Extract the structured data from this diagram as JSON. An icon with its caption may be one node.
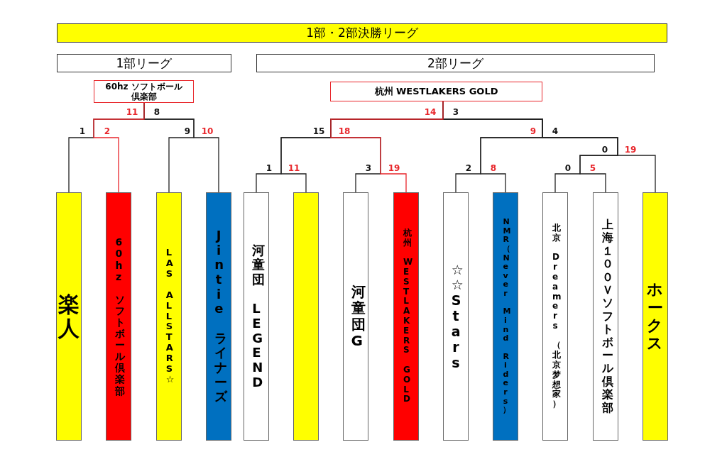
{
  "diagram": {
    "nodes": [
      {
        "text": [
          "1部・2部決勝リーグ"
        ]
      },
      {
        "text": [
          "1部リーグ"
        ]
      },
      {
        "text": [
          "2部リーグ"
        ]
      },
      {
        "text": [
          "60hz ソフトボール倶楽部"
        ]
      },
      {
        "text": [
          "杭州 WESTLAKERS GOLD"
        ]
      },
      {
        "text": [
          "楽人"
        ]
      },
      {
        "text": [
          "60hz ソフトボール倶楽部"
        ]
      },
      {
        "text": [
          "LAS ALLSTARS☆"
        ]
      },
      {
        "text": [
          "Jintie ライナーズ"
        ]
      },
      {
        "text": [
          "河童団 LEGEND"
        ]
      },
      {
        "text": [],
        "shape": "bar"
      },
      {
        "text": [
          "河童団G"
        ]
      },
      {
        "text": [
          "杭州 WESTLAKERS GOLD"
        ]
      },
      {
        "text": [
          "☆☆Stars"
        ]
      },
      {
        "text": [
          "NMR（Never Mind Riders）"
        ]
      },
      {
        "text": [
          "北京 Dreamers （北京梦想家）"
        ]
      },
      {
        "text": [
          "上海１００Ｖソフトボール倶楽部"
        ]
      },
      {
        "text": [
          "ホークス"
        ]
      }
    ],
    "edges": [
      {
        "from": 5,
        "to": 3,
        "arrow": "none"
      },
      {
        "from": 6,
        "to": 3,
        "arrow": "none",
        "color": "#e8262b"
      },
      {
        "from": 7,
        "to": 3,
        "arrow": "none"
      },
      {
        "from": 8,
        "to": 3,
        "arrow": "none"
      },
      {
        "from": 9,
        "to": 4,
        "arrow": "none"
      },
      {
        "from": 10,
        "to": 4,
        "arrow": "none"
      },
      {
        "from": 11,
        "to": 4,
        "arrow": "none"
      },
      {
        "from": 12,
        "to": 4,
        "arrow": "none",
        "color": "#e8262b"
      },
      {
        "from": 13,
        "to": 4,
        "arrow": "none"
      },
      {
        "from": 14,
        "to": 4,
        "arrow": "none"
      },
      {
        "from": 15,
        "to": 4,
        "arrow": "none"
      },
      {
        "from": 16,
        "to": 4,
        "arrow": "none"
      },
      {
        "from": 17,
        "to": 4,
        "arrow": "none"
      }
    ],
    "labels": [
      "11",
      "8",
      "14",
      "3",
      "1",
      "2",
      "9",
      "10",
      "15",
      "18",
      "9",
      "4",
      "0",
      "19",
      "1",
      "11",
      "3",
      "19",
      "2",
      "8",
      "0",
      "5"
    ]
  }
}
